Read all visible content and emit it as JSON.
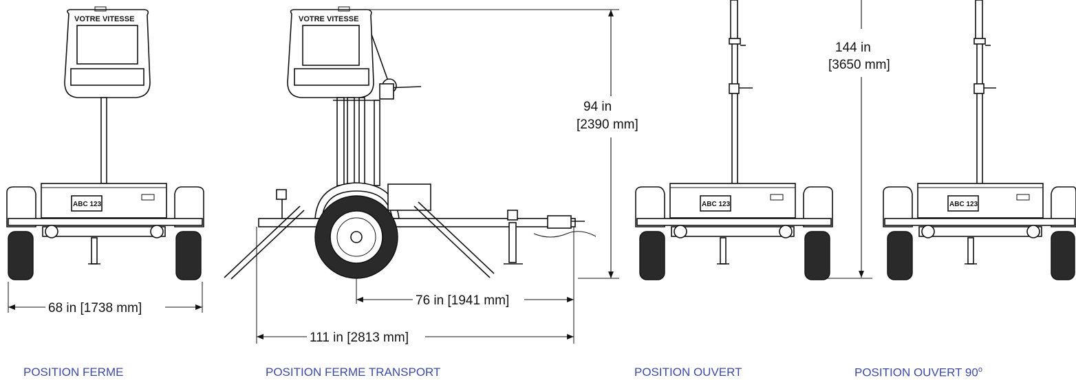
{
  "sign_text": "VOTRE VITESSE",
  "plate_text": "ABC 123",
  "dimensions": {
    "width": "68 in [1738 mm]",
    "axle_to_hitch": "76 in [1941 mm]",
    "overall_length": "111 in [2813 mm]",
    "closed_height_in": "94 in",
    "closed_height_mm": "[2390 mm]",
    "open_height_in": "144 in",
    "open_height_mm": "[3650 mm]"
  },
  "captions": {
    "closed": "POSITION FERME",
    "transport": "POSITION FERME TRANSPORT",
    "open": "POSITION OUVERT",
    "open90": "POSITION OUVERT 90",
    "open90_degree": "o"
  },
  "colors": {
    "caption": "#3b4aa8",
    "line": "#111111"
  }
}
